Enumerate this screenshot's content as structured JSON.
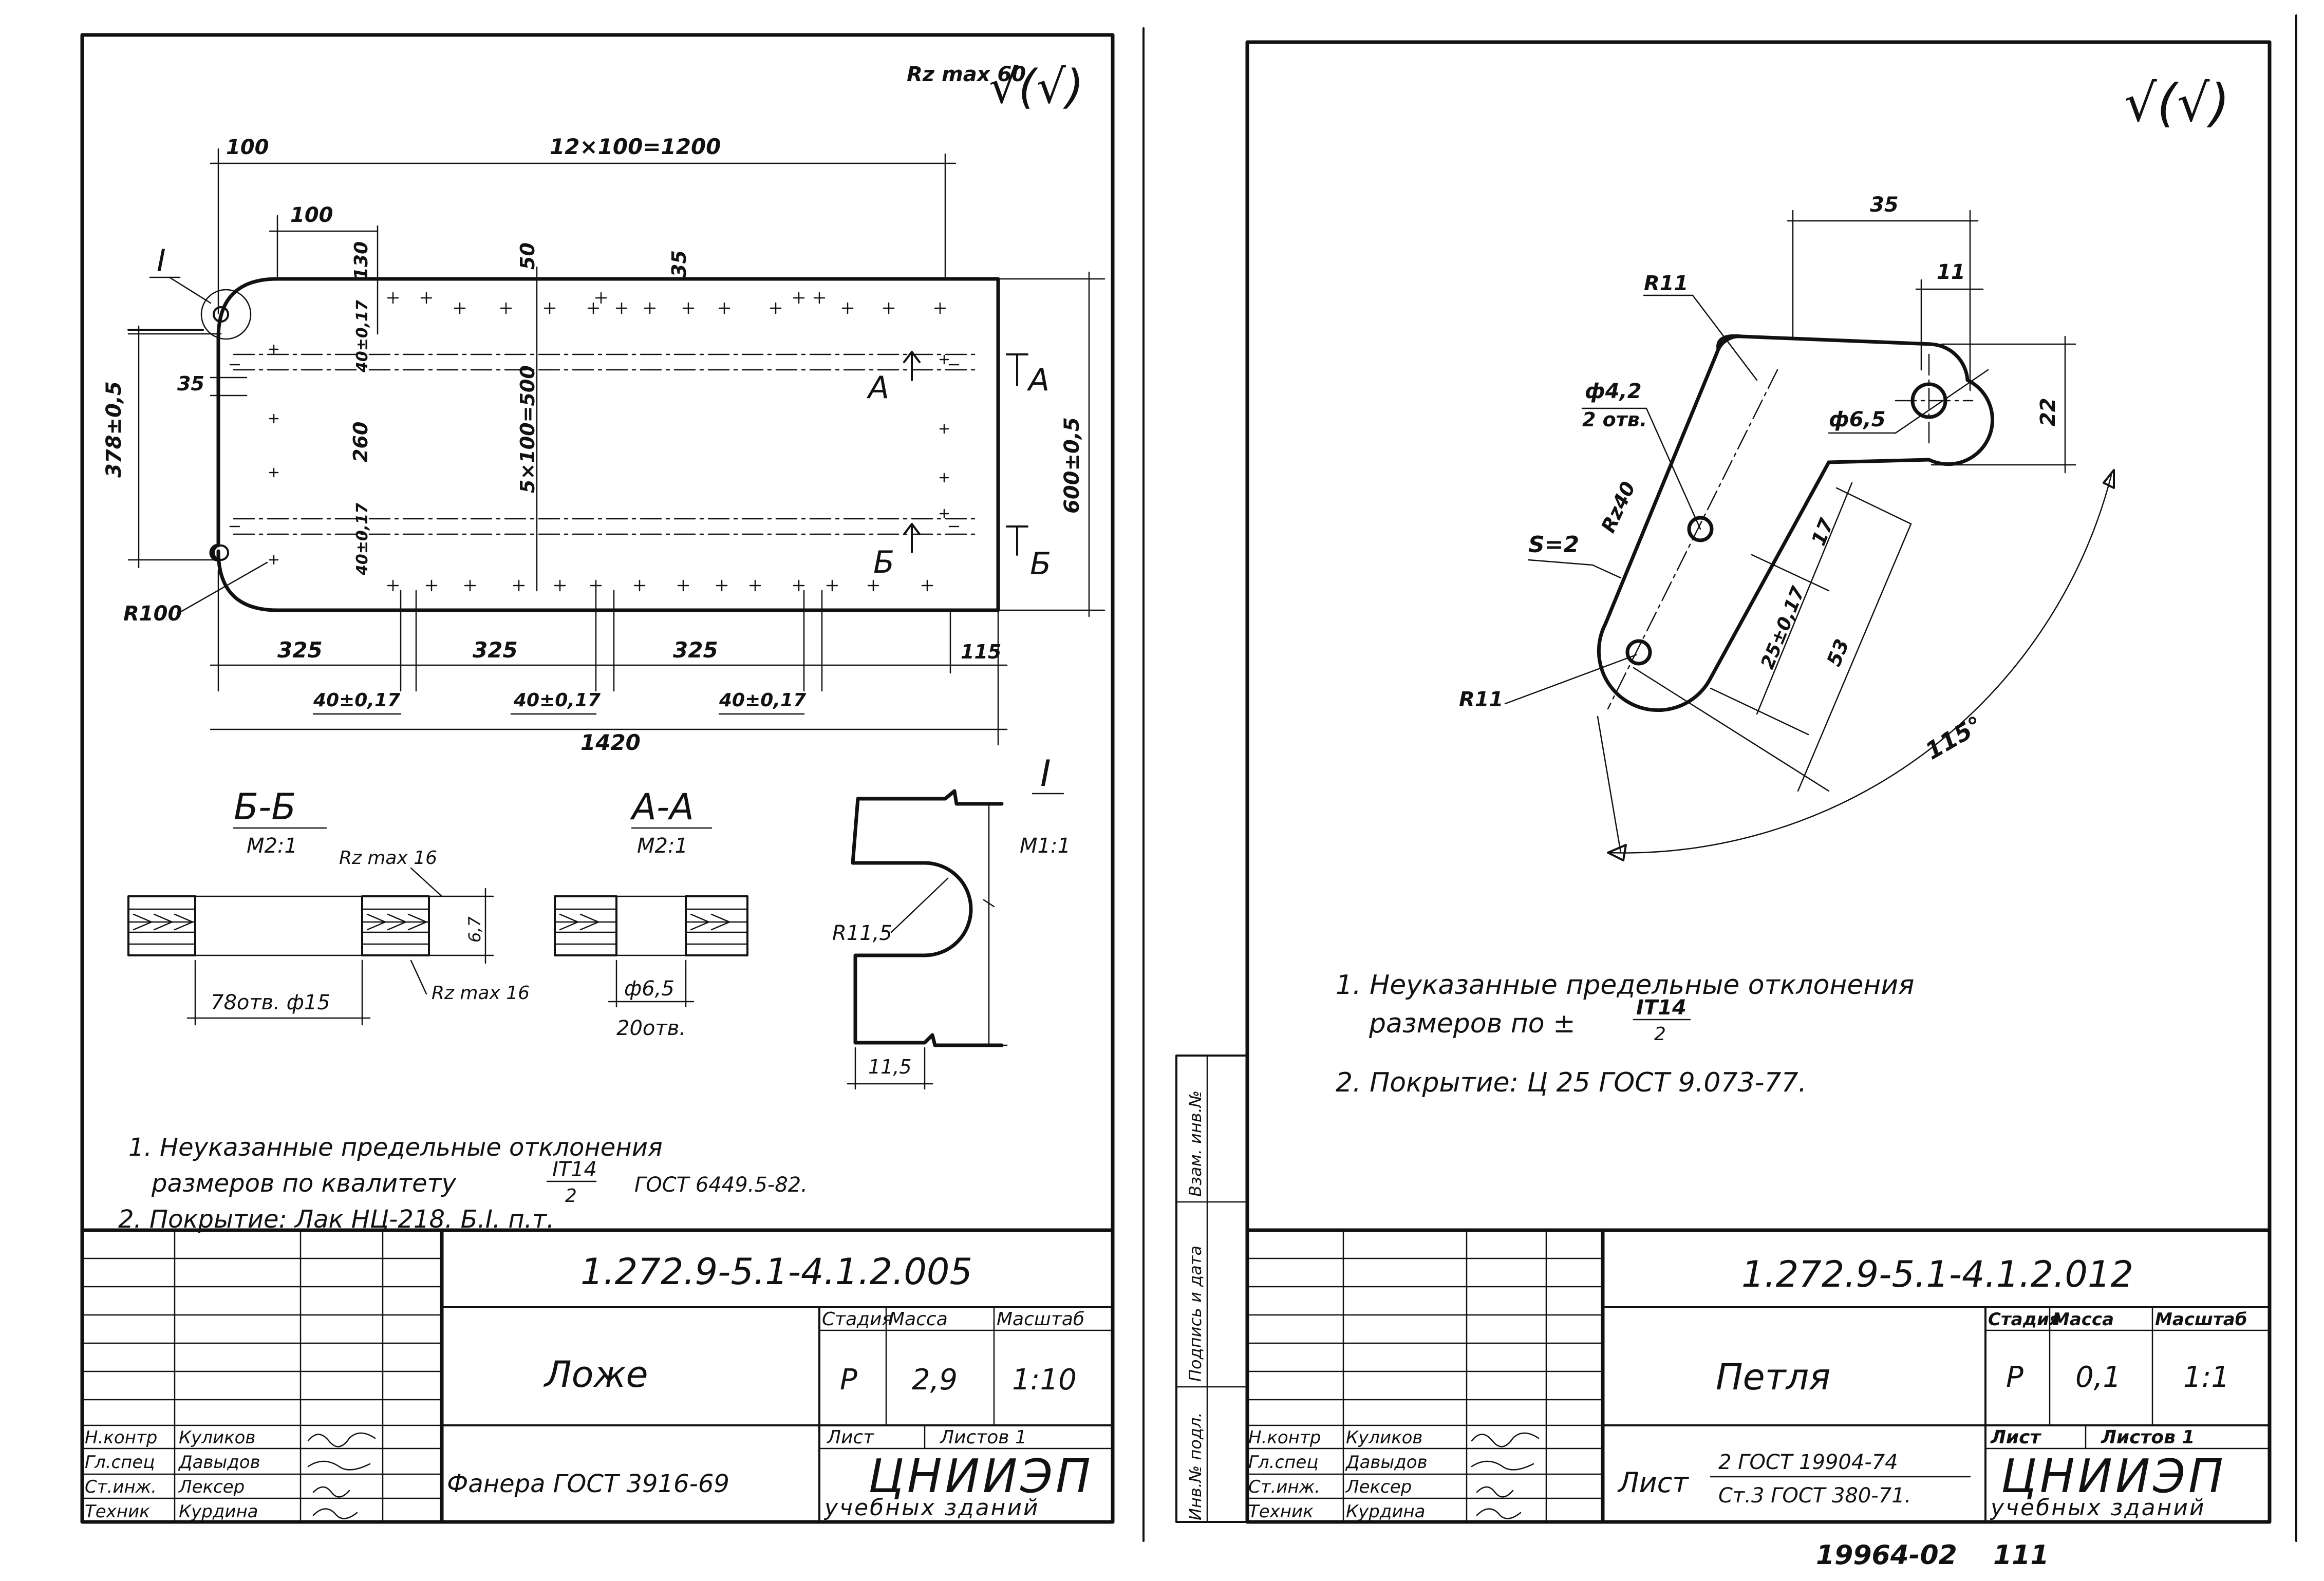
{
  "sheet1": {
    "drawing_number": "1.272.9-5.1-4.1.2.005",
    "title": "Ложе",
    "material": "Фанера ГОСТ 3916-69",
    "stage_header": "Стадия",
    "mass_header": "Масса",
    "scale_header": "Масштаб",
    "stage": "Р",
    "mass": "2,9",
    "scale": "1:10",
    "sheet_label": "Лист",
    "sheets_label": "Листов 1",
    "org_name": "ЦНИИЭП",
    "org_sub": "учебных зданий",
    "signatures": [
      {
        "role": "Н.контр",
        "name": "Куликов"
      },
      {
        "role": "Гл.спец",
        "name": "Давыдов"
      },
      {
        "role": "Ст.инж.",
        "name": "Лексер"
      },
      {
        "role": "Техник",
        "name": "Курдина"
      }
    ],
    "roughness": "Rz max 60",
    "roughness_symbol": "√(√)",
    "dims": {
      "d100_top": "100",
      "d1200": "12×100=1200",
      "d100_inner": "100",
      "d50": "50",
      "d35_top": "35",
      "d130": "130",
      "d40_top": "40±0,17",
      "d260": "260",
      "d40_bot": "40±0,17",
      "d500": "5×100=500",
      "d378": "378±0,5",
      "d35_left": "35",
      "d600": "600±0,5",
      "r100": "R100",
      "d325_1": "325",
      "d325_2": "325",
      "d325_3": "325",
      "d115": "115",
      "d40a": "40±0,17",
      "d40b": "40±0,17",
      "d40c": "40±0,17",
      "d1420": "1420",
      "detail_mark": "I",
      "cut_a": "А",
      "cut_b": "Б"
    },
    "section_bb": {
      "title": "Б-Б",
      "scale": "М2:1",
      "rz_top": "Rz max 16",
      "rz_bot": "Rz max 16",
      "thickness": "6,7",
      "holes": "78отв. ф15"
    },
    "section_aa": {
      "title": "А-А",
      "scale": "М2:1",
      "holes_dia": "ф6,5",
      "holes": "20отв."
    },
    "detail_1": {
      "title": "I",
      "scale": "М1:1",
      "radius": "R11,5",
      "width": "11,5"
    },
    "notes": [
      "1. Неуказанные предельные отклонения",
      "размеров по квалитету",
      "IT14",
      "2",
      "ГОСТ 6449.5-82.",
      "2. Покрытие: Лак НЦ-218. Б.I. п.т."
    ]
  },
  "sheet2": {
    "drawing_number": "1.272.9-5.1-4.1.2.012",
    "title": "Петля",
    "material_label": "Лист",
    "material_top": "2 ГОСТ 19904-74",
    "material_bottom": "Ст.3 ГОСТ 380-71.",
    "stage_header": "Стадия",
    "mass_header": "Масса",
    "scale_header": "Масштаб",
    "stage": "Р",
    "mass": "0,1",
    "scale": "1:1",
    "sheet_label": "Лист",
    "sheets_label": "Листов 1",
    "org_name": "ЦНИИЭП",
    "org_sub": "учебных зданий",
    "signatures": [
      {
        "role": "Н.контр",
        "name": "Куликов"
      },
      {
        "role": "Гл.спец",
        "name": "Давыдов"
      },
      {
        "role": "Ст.инж.",
        "name": "Лексер"
      },
      {
        "role": "Техник",
        "name": "Курдина"
      }
    ],
    "roughness_symbol": "√(√)",
    "side_stamps": [
      "Инв.№ подл.",
      "Подпись и дата",
      "Взам. инв.№"
    ],
    "dims": {
      "d35": "35",
      "d11": "11",
      "r11": "R11",
      "d42": "ф4,2",
      "d42_holes": "2 отв.",
      "d65": "ф6,5",
      "d22": "22",
      "rz40": "Rz40",
      "s2": "S=2",
      "d17": "17",
      "d25": "25±0,17",
      "d53": "53",
      "r11b": "R11",
      "angle": "115°"
    },
    "notes": [
      "1. Неуказанные предельные отклонения",
      "размеров по ±",
      "IT14",
      "2",
      "2. Покрытие: Ц 25 ГОСТ 9.073-77."
    ],
    "footer_code": "19964-02",
    "footer_page": "111"
  }
}
